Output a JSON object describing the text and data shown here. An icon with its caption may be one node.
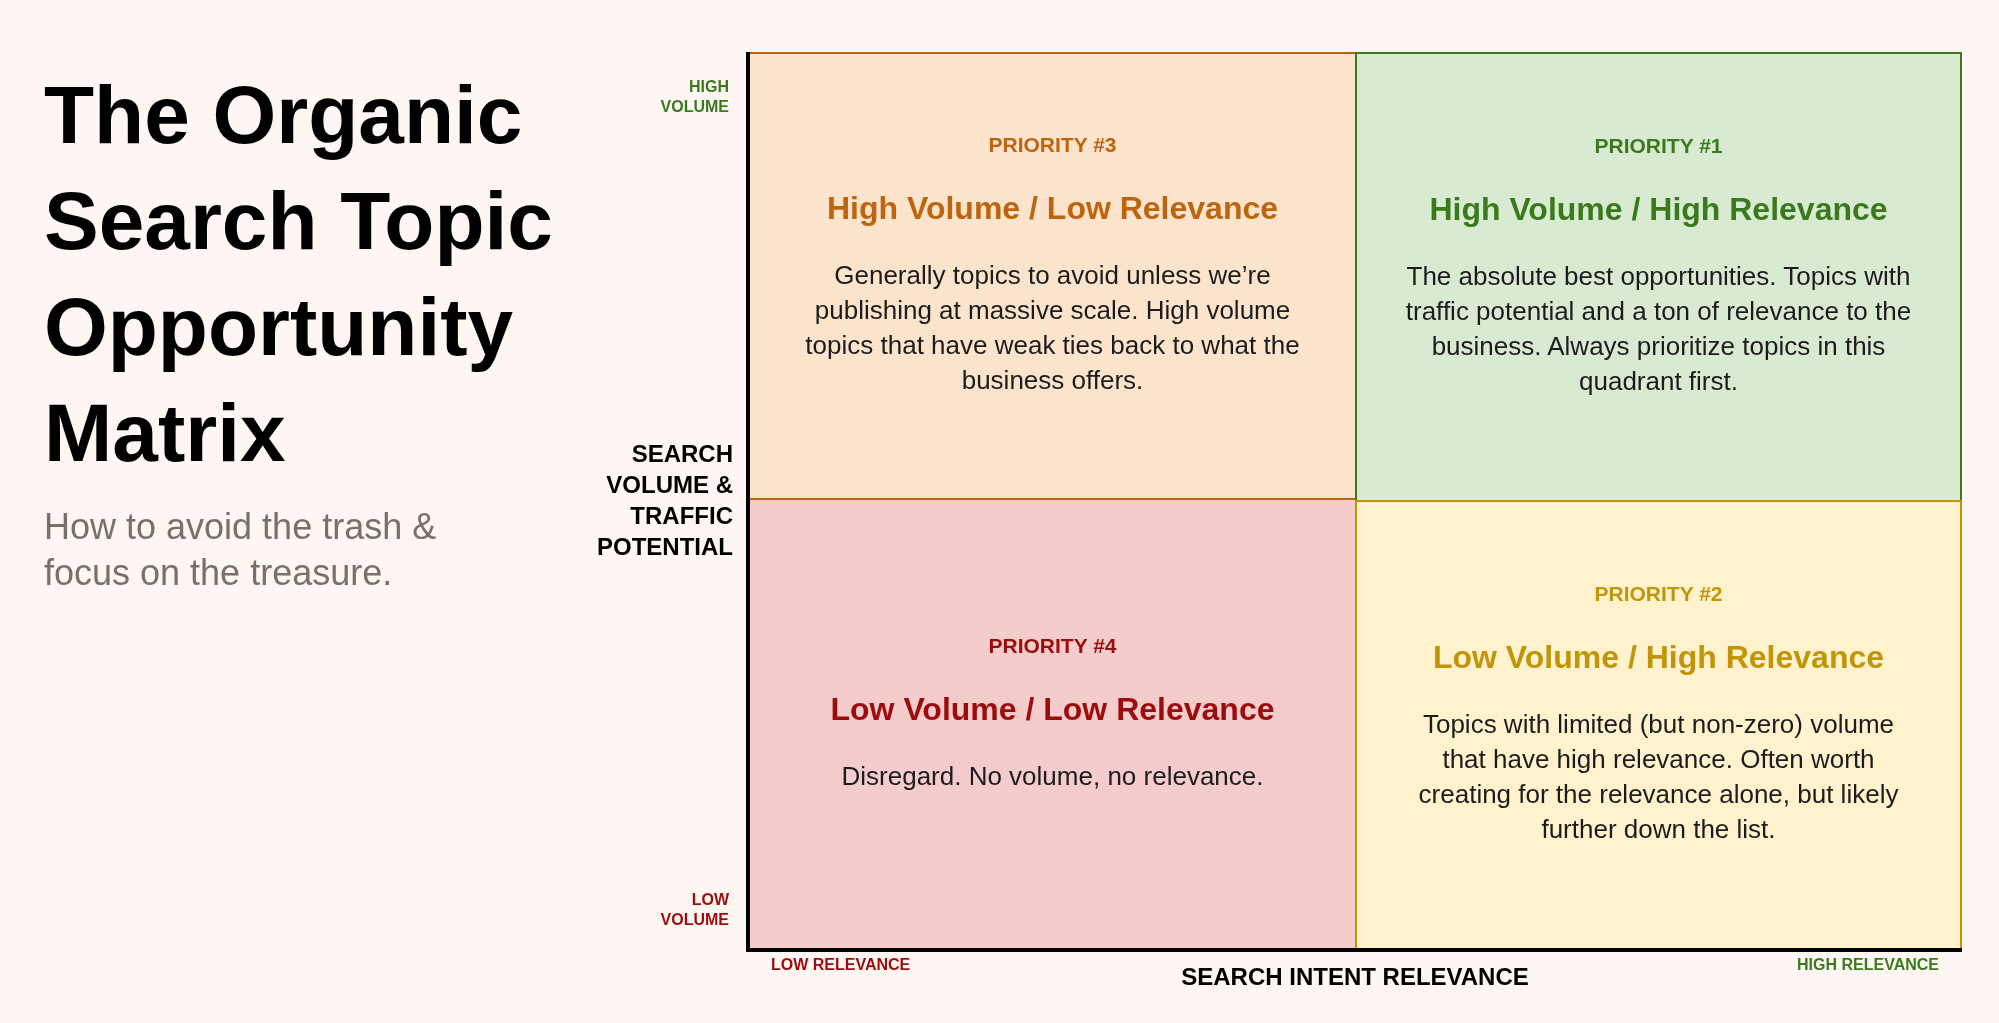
{
  "diagram": {
    "title": "The Organic Search Topic Opportunity Matrix",
    "nodes": [
      {
        "text": [
          "PRIORITY #3",
          "High Volume / Low Relevance",
          "Generally topics to avoid unless we’re publishing at massive scale. High volume topics that have weak ties back to what the business offers."
        ]
      },
      {
        "text": [
          "PRIORITY #1",
          "High Volume / High Relevance",
          "The absolute best opportunities. Topics with traffic potential and a ton of relevance to the business. Always prioritize topics in this quadrant first."
        ]
      },
      {
        "text": [
          "PRIORITY #4",
          "Low Volume / Low Relevance",
          "Disregard. No volume, no relevance."
        ]
      },
      {
        "text": [
          "PRIORITY #2",
          "Low Volume / High Relevance",
          "Topics with limited (but non-zero) volume that have high relevance. Often worth creating for the relevance alone, but likely further down the list."
        ]
      }
    ],
    "labels": [
      "How to avoid the trash & focus on the treasure.",
      "HIGH VOLUME",
      "SEARCH VOLUME & TRAFFIC POTENTIAL",
      "LOW VOLUME",
      "LOW RELEVANCE",
      "SEARCH INTENT RELEVANCE",
      "HIGH RELEVANCE"
    ]
  }
}
